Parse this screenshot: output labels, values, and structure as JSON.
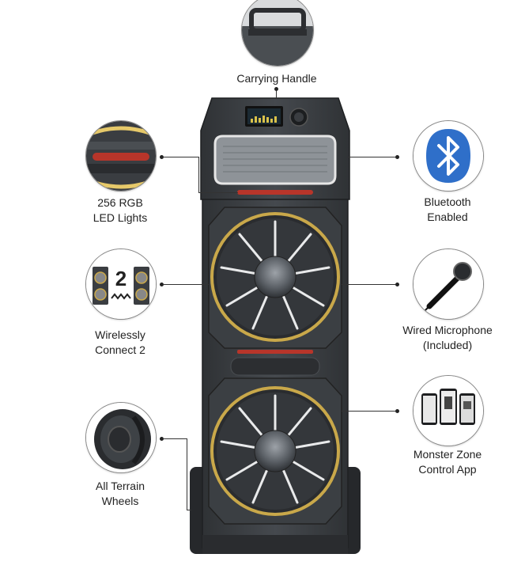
{
  "features": {
    "carrying_handle": {
      "line1": "Carrying Handle",
      "icon": "handle-icon"
    },
    "led_lights": {
      "line1": "256 RGB",
      "line2": "LED Lights",
      "icon": "led-strip-icon"
    },
    "wireless_connect": {
      "line1": "Wirelessly",
      "line2": "Connect 2",
      "badge": "2",
      "icon": "twin-speakers-icon"
    },
    "terrain_wheels": {
      "line1": "All Terrain",
      "line2": "Wheels",
      "icon": "wheel-icon"
    },
    "bluetooth": {
      "line1": "Bluetooth",
      "line2": "Enabled",
      "icon": "bluetooth-icon"
    },
    "microphone": {
      "line1": "Wired Microphone",
      "line2": "(Included)",
      "icon": "microphone-icon"
    },
    "app": {
      "line1": "Monster Zone",
      "line2": "Control App",
      "icon": "phones-app-icon"
    }
  },
  "colors": {
    "speaker_body": "#3a3d41",
    "speaker_dark": "#2a2c2f",
    "accent_gold": "#c9a84a",
    "accent_red": "#b8352a",
    "bluetooth_blue": "#2f6fc9"
  }
}
